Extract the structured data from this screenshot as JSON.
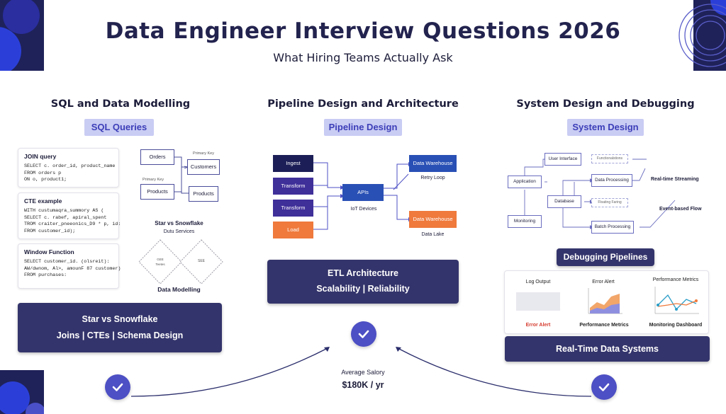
{
  "header": {
    "title": "Data Engineer Interview Questions 2026",
    "subtitle": "What Hiring Teams Actually Ask"
  },
  "colors": {
    "navy": "#34346c",
    "accent": "#4d4fc4",
    "pill_bg": "#c9ccf3",
    "pill_text": "#3c3eb8",
    "orange": "#ef7a3c",
    "blue": "#2950b5"
  },
  "sql": {
    "heading": "SQL and Data Modelling",
    "pill": "SQL Queries",
    "cards": [
      {
        "title": "JOIN query",
        "code": "SELECT c. order_id, product_name\nFROM orders p\nON o, product1;"
      },
      {
        "title": "CTE example",
        "code": "WITH custumaqra_summory AS (\nSELECT c. rabef, apiral_spent\nTROM craiter_pneeonics_D9 * p, id:\nFROM customer_id);"
      },
      {
        "title": "Window Function",
        "code": "SELECT customer_id. (olsreit):\nAW/dwnom, Al>, amounF 87 customer)\nFROM purchases:"
      }
    ],
    "er": {
      "orders": "Orders",
      "customers": "Customers",
      "products_left": "Products",
      "products_right": "Products",
      "pk_top": "Primary Key",
      "pk_left": "Primary Key"
    },
    "star_label": "Star vs Snowflake",
    "star_sub": "Dutu Services",
    "diamond_left": "GEE\nTeetes",
    "diamond_right": "SEE",
    "modelling_label": "Data Modelling",
    "banner": {
      "line1": "Star vs Snowflake",
      "line2": "Joins | CTEs | Schema Design"
    }
  },
  "pipeline": {
    "heading": "Pipeline Design and Architecture",
    "pill": "Pipeline Design",
    "blocks": [
      "Ingest",
      "Transform",
      "Transform",
      "Load"
    ],
    "apis": "APIs",
    "iot": "IoT Devices",
    "dw_top": "Data Warehouse",
    "retry": "Retry Loop",
    "dw_bottom": "Data Warehouse",
    "lake": "Data Lake",
    "banner": {
      "line1": "ETL Architecture",
      "line2": "Scalability | Reliability"
    }
  },
  "system": {
    "heading": "System Design and Debugging",
    "pill": "System Design",
    "nodes": {
      "user_interface": "User Interface",
      "functions": "Functionalstions",
      "application": "Application",
      "database": "Database",
      "monitoring": "Monitoring",
      "data_processing": "Data Processing",
      "floating": "Floating Faring",
      "batch": "Batch Processing"
    },
    "realtime": "Real-time Streaming",
    "event": "Event-based Flow",
    "debug_pill": "Debugging Pipelines",
    "debug": {
      "log_output": "Log Output",
      "error_alert_title": "Error Alert",
      "perf_title": "Performance Metrics",
      "error_alert_label": "Error Alert",
      "perf_label": "Performance Metrics",
      "monitor_label": "Monitoring Dashboard"
    },
    "banner": "Real-Time Data Systems"
  },
  "salary": {
    "label": "Average Salory",
    "value": "$180K / yr"
  }
}
